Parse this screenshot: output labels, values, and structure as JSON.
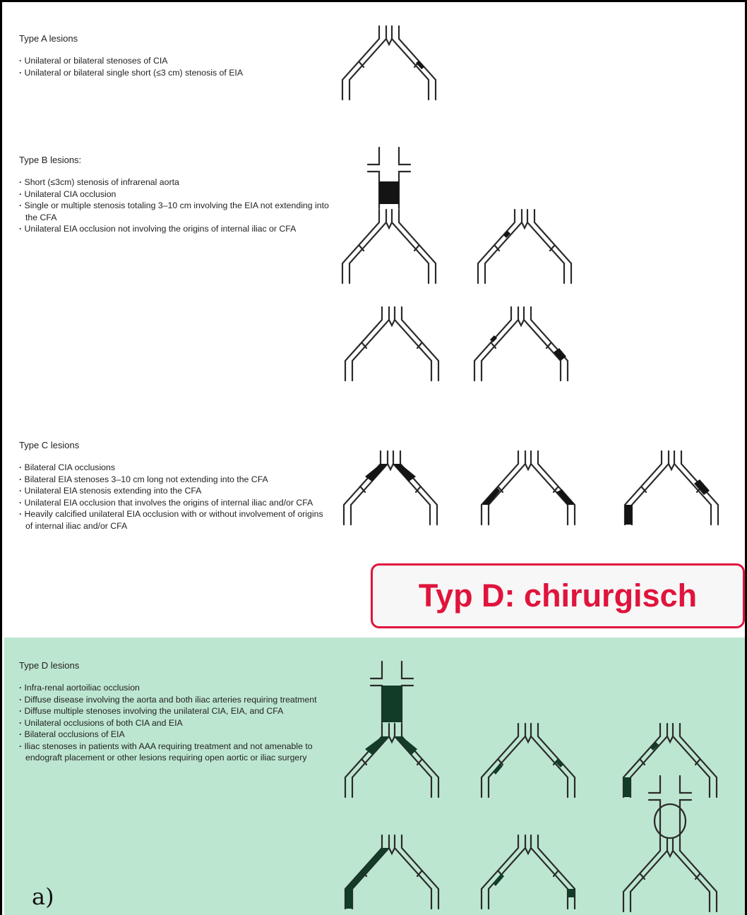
{
  "sections": {
    "A": {
      "title": "Type A lesions",
      "items": [
        "Unilateral or bilateral stenoses of CIA",
        "Unilateral or bilateral single short (≤3 cm) stenosis of EIA"
      ]
    },
    "B": {
      "title": "Type B lesions:",
      "items": [
        "Short (≤3cm) stenosis of infrarenal aorta",
        "Unilateral CIA occlusion",
        "Single or multiple stenosis totaling 3–10 cm involving the EIA not extending into the CFA",
        "Unilateral EIA occlusion not involving the origins of internal iliac or CFA"
      ]
    },
    "C": {
      "title": "Type C lesions",
      "items": [
        "Bilateral CIA occlusions",
        "Bilateral EIA stenoses 3–10 cm long not extending into the CFA",
        "Unilateral EIA stenosis extending into the CFA",
        "Unilateral EIA occlusion that involves the origins of internal iliac and/or CFA",
        "Heavily calcified unilateral EIA occlusion with or without involvement of origins of internal iliac and/or CFA"
      ]
    },
    "D": {
      "title": "Type D lesions",
      "items": [
        "Infra-renal aortoiliac occlusion",
        "Diffuse disease involving the aorta and both iliac arteries requiring treatment",
        "Diffuse multiple stenoses involving the unilateral CIA, EIA, and CFA",
        "Unilateral occlusions of both CIA and EIA",
        "Bilateral occlusions of EIA",
        "Iliac stenoses in patients with AAA requiring treatment and not amenable to endograft placement or other lesions requiring open aortic or iliac surgery"
      ]
    }
  },
  "callout": "Typ D: chirurgisch",
  "figure_label": "a)",
  "colors": {
    "callout_border": "#e0143c",
    "callout_text": "#e0143c",
    "type_d_background": "#bde6d0",
    "vessel_stroke": "#2a2a2a",
    "occlusion_fill": "#141414",
    "type_d_occlusion_fill": "#123c28"
  }
}
